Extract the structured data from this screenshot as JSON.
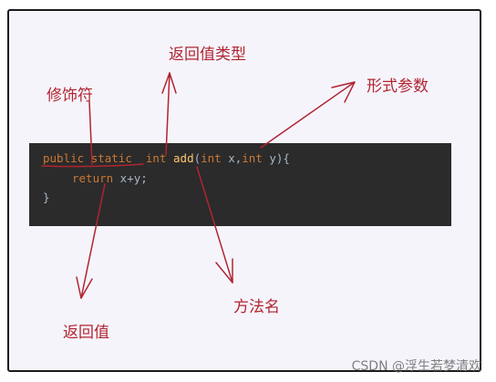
{
  "code": {
    "line1": {
      "modifier_public": "public",
      "modifier_static": "static",
      "return_type": "int",
      "method_name": "add",
      "params_open": "(",
      "param1_type": "int",
      "param1_name": " x,",
      "param2_type": "int",
      "param2_name": " y){"
    },
    "line2": {
      "keyword": "return",
      "expression": " x+y;"
    },
    "line3": {
      "text": "}"
    }
  },
  "labels": {
    "modifier": "修饰符",
    "return_type": "返回值类型",
    "parameters": "形式参数",
    "return_value": "返回值",
    "method_name": "方法名"
  },
  "watermark": "CSDN @浮生若梦清欢",
  "colors": {
    "annotation": "#b02531",
    "code_background": "#2b2b2b",
    "keyword": "#cc7832",
    "function": "#ffc66d",
    "text": "#a9b7c6"
  }
}
